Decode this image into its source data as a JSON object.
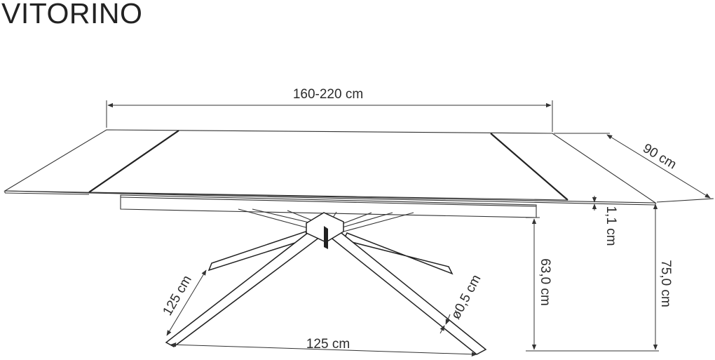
{
  "product": {
    "name": "VITORINO"
  },
  "dimensions": {
    "length": "160-220 cm",
    "depth": "90 cm",
    "top_thickness": "1,1 cm",
    "frame_height": "63,0 cm",
    "total_height": "75,0 cm",
    "leg_span_diagonal": "125 cm",
    "leg_span_base": "125 cm",
    "leg_tube": "ø0,5 cm"
  }
}
